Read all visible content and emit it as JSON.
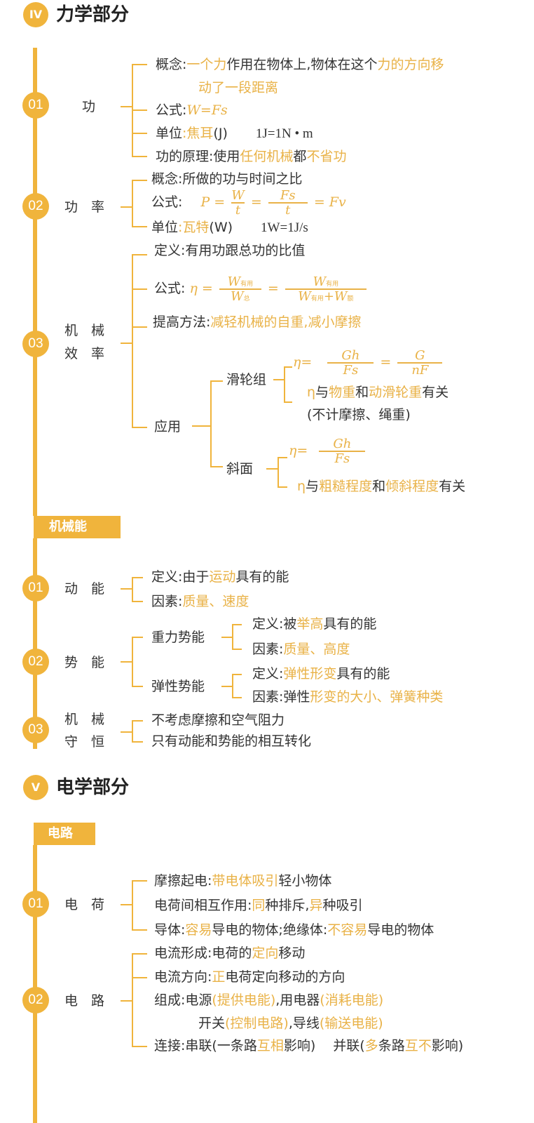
{
  "colors": {
    "accent": "#f0b43c",
    "highlight": "#e9b247",
    "text": "#333333"
  },
  "mech": {
    "badge": "IV",
    "title": "力学部分"
  },
  "work": {
    "num": "01",
    "label": "功",
    "l1": [
      [
        "概念:",
        0
      ],
      [
        "一个力",
        1
      ],
      [
        "作用在物体上,物体在这个",
        0
      ],
      [
        "力的方向移",
        1
      ]
    ],
    "l2": [
      [
        "动了一段距离",
        1
      ]
    ],
    "l3_label": "公式:",
    "l3_formula": "W=Fs",
    "l4": [
      [
        "单位",
        0
      ],
      [
        ":焦耳",
        1
      ],
      [
        "(J)",
        0
      ]
    ],
    "l4_eq": "1J=1N • m",
    "l5": [
      [
        "功的原理:使用",
        0
      ],
      [
        "任何机械",
        1
      ],
      [
        "都",
        0
      ],
      [
        "不省功",
        1
      ]
    ]
  },
  "power": {
    "num": "02",
    "label": "功　率",
    "l1": [
      [
        "概念:所做的功与时间之比",
        0
      ]
    ],
    "l2_label": "公式:",
    "f_p": "P =",
    "f_n1": "W",
    "f_d1": "t",
    "f_eq": "=",
    "f_n2": "Fs",
    "f_d2": "t",
    "f_end": "= Fv",
    "l3": [
      [
        "单位",
        0
      ],
      [
        ":瓦特",
        1
      ],
      [
        "(W)",
        0
      ]
    ],
    "l3_eq": "1W=1J/s"
  },
  "eff": {
    "num": "03",
    "label1": "机　械",
    "label2": "效　率",
    "l1": [
      [
        "定义:有用功跟总功的比值",
        0
      ]
    ],
    "l2_label": "公式:",
    "eta": "η =",
    "w": "W",
    "useful": "有用",
    "total": "总",
    "extra": "额",
    "eq": "=",
    "plus": "+",
    "l3": [
      [
        "提高方法:",
        0
      ],
      [
        "减轻机械的自重,减小摩擦",
        1
      ]
    ],
    "app": "应用",
    "pulley": "滑轮组",
    "p_eta": "η=",
    "p_n1": "Gh",
    "p_d1": "Fs",
    "p_eq": "=",
    "p_n2": "G",
    "p_d2": "nF",
    "p_l2": [
      [
        "η",
        1
      ],
      [
        "与",
        0
      ],
      [
        "物重",
        1
      ],
      [
        "和",
        0
      ],
      [
        "动滑轮重",
        1
      ],
      [
        "有关",
        0
      ]
    ],
    "p_l3": [
      [
        "(不计摩擦、绳重)",
        0
      ]
    ],
    "incline": "斜面",
    "i_eta": "η=",
    "i_n": "Gh",
    "i_d": "Fs",
    "i_l2": [
      [
        "η",
        1
      ],
      [
        "与",
        0
      ],
      [
        "粗糙程度",
        1
      ],
      [
        "和",
        0
      ],
      [
        "倾斜程度",
        1
      ],
      [
        "有关",
        0
      ]
    ]
  },
  "energy_box": "机械能",
  "kinetic": {
    "num": "01",
    "label": "动　能",
    "l1": [
      [
        "定义:由于",
        0
      ],
      [
        "运动",
        1
      ],
      [
        "具有的能",
        0
      ]
    ],
    "l2": [
      [
        "因素:",
        0
      ],
      [
        "质量、速度",
        1
      ]
    ]
  },
  "potential": {
    "num": "02",
    "label": "势　能",
    "grav": "重力势能",
    "g1": [
      [
        "定义:被",
        0
      ],
      [
        "举高",
        1
      ],
      [
        "具有的能",
        0
      ]
    ],
    "g2": [
      [
        "因素:",
        0
      ],
      [
        "质量、高度",
        1
      ]
    ],
    "elastic": "弹性势能",
    "e1": [
      [
        "定义:",
        0
      ],
      [
        "弹性形变",
        1
      ],
      [
        "具有的能",
        0
      ]
    ],
    "e2": [
      [
        "因素:弹性",
        0
      ],
      [
        "形变的大小、弹簧种类",
        1
      ]
    ]
  },
  "conserve": {
    "num": "03",
    "label1": "机　械",
    "label2": "守　恒",
    "l1": [
      [
        "不考虑摩擦和空气阻力",
        0
      ]
    ],
    "l2": [
      [
        "只有动能和势能的相互转化",
        0
      ]
    ]
  },
  "elec": {
    "badge": "V",
    "title": "电学部分"
  },
  "circuit_box": "电路",
  "charge": {
    "num": "01",
    "label": "电　荷",
    "l1": [
      [
        "摩擦起电:",
        0
      ],
      [
        "带电体吸引",
        1
      ],
      [
        "轻小物体",
        0
      ]
    ],
    "l2": [
      [
        "电荷间相互作用:",
        0
      ],
      [
        "同",
        1
      ],
      [
        "种排斥,",
        0
      ],
      [
        "异",
        1
      ],
      [
        "种吸引",
        0
      ]
    ],
    "l3": [
      [
        "导体:",
        0
      ],
      [
        "容易",
        1
      ],
      [
        "导电的物体;绝缘体:",
        0
      ],
      [
        "不容易",
        1
      ],
      [
        "导电的物体",
        0
      ]
    ]
  },
  "circuit": {
    "num": "02",
    "label": "电　路",
    "l1": [
      [
        "电流形成:电荷的",
        0
      ],
      [
        "定向",
        1
      ],
      [
        "移动",
        0
      ]
    ],
    "l2": [
      [
        "电流方向:",
        0
      ],
      [
        "正",
        1
      ],
      [
        "电荷定向移动的方向",
        0
      ]
    ],
    "l3": [
      [
        "组成:电源",
        0
      ],
      [
        "(提供电能)",
        1
      ],
      [
        ",用电器",
        0
      ],
      [
        "(消耗电能)",
        1
      ]
    ],
    "l4": [
      [
        "开关",
        0
      ],
      [
        "(控制电路)",
        1
      ],
      [
        ",导线",
        0
      ],
      [
        "(输送电能)",
        1
      ]
    ],
    "l5": [
      [
        "连接:串联(一条路",
        0
      ],
      [
        "互相",
        1
      ],
      [
        "影响)　 并联(",
        0
      ],
      [
        "多",
        1
      ],
      [
        "条路",
        0
      ],
      [
        "互不",
        1
      ],
      [
        "影响)",
        0
      ]
    ]
  }
}
